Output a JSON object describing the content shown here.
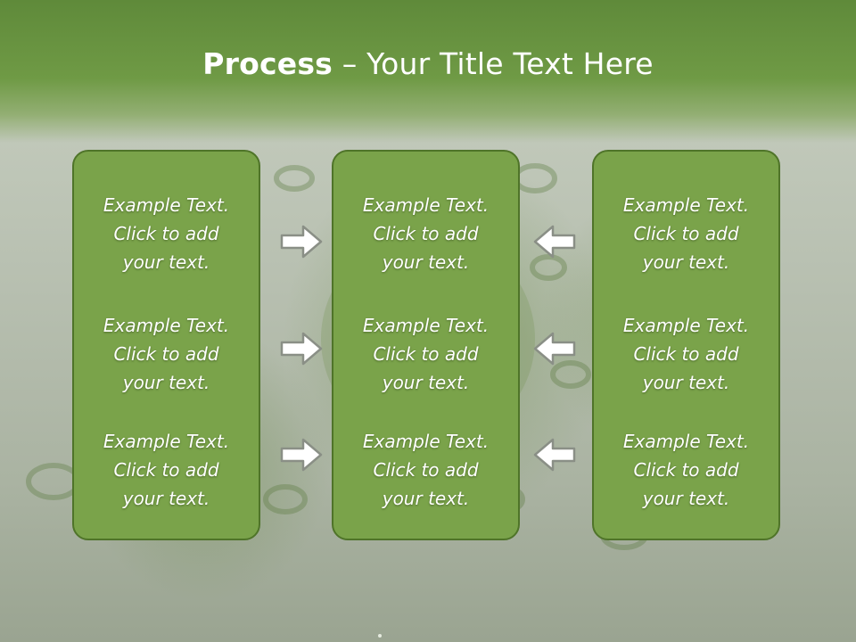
{
  "slide": {
    "title_bold": "Process",
    "title_rest": " – Your Title Text Here"
  },
  "columns": [
    {
      "blocks": [
        {
          "l1": "Example Text.",
          "l2": "Click  to add",
          "l3": "your text."
        },
        {
          "l1": "Example Text.",
          "l2": "Click  to add",
          "l3": "your text."
        },
        {
          "l1": "Example Text.",
          "l2": "Click  to add",
          "l3": "your text."
        }
      ]
    },
    {
      "blocks": [
        {
          "l1": "Example Text.",
          "l2": "Click  to add",
          "l3": "your text."
        },
        {
          "l1": "Example Text.",
          "l2": "Click  to add",
          "l3": "your text."
        },
        {
          "l1": "Example Text.",
          "l2": "Click  to add",
          "l3": "your text."
        }
      ]
    },
    {
      "blocks": [
        {
          "l1": "Example Text.",
          "l2": "Click  to add",
          "l3": "your text."
        },
        {
          "l1": "Example Text.",
          "l2": "Click  to add",
          "l3": "your text."
        },
        {
          "l1": "Example Text.",
          "l2": "Click  to add",
          "l3": "your text."
        }
      ]
    }
  ],
  "arrows": {
    "left_group": "arrow-right-icon",
    "right_group": "arrow-left-icon"
  },
  "colors": {
    "header_green": "#6f9a45",
    "box_fill": "#7aa34a",
    "box_border": "#4f7429",
    "arrow_fill": "#ffffff",
    "arrow_stroke": "#8a8f86"
  }
}
